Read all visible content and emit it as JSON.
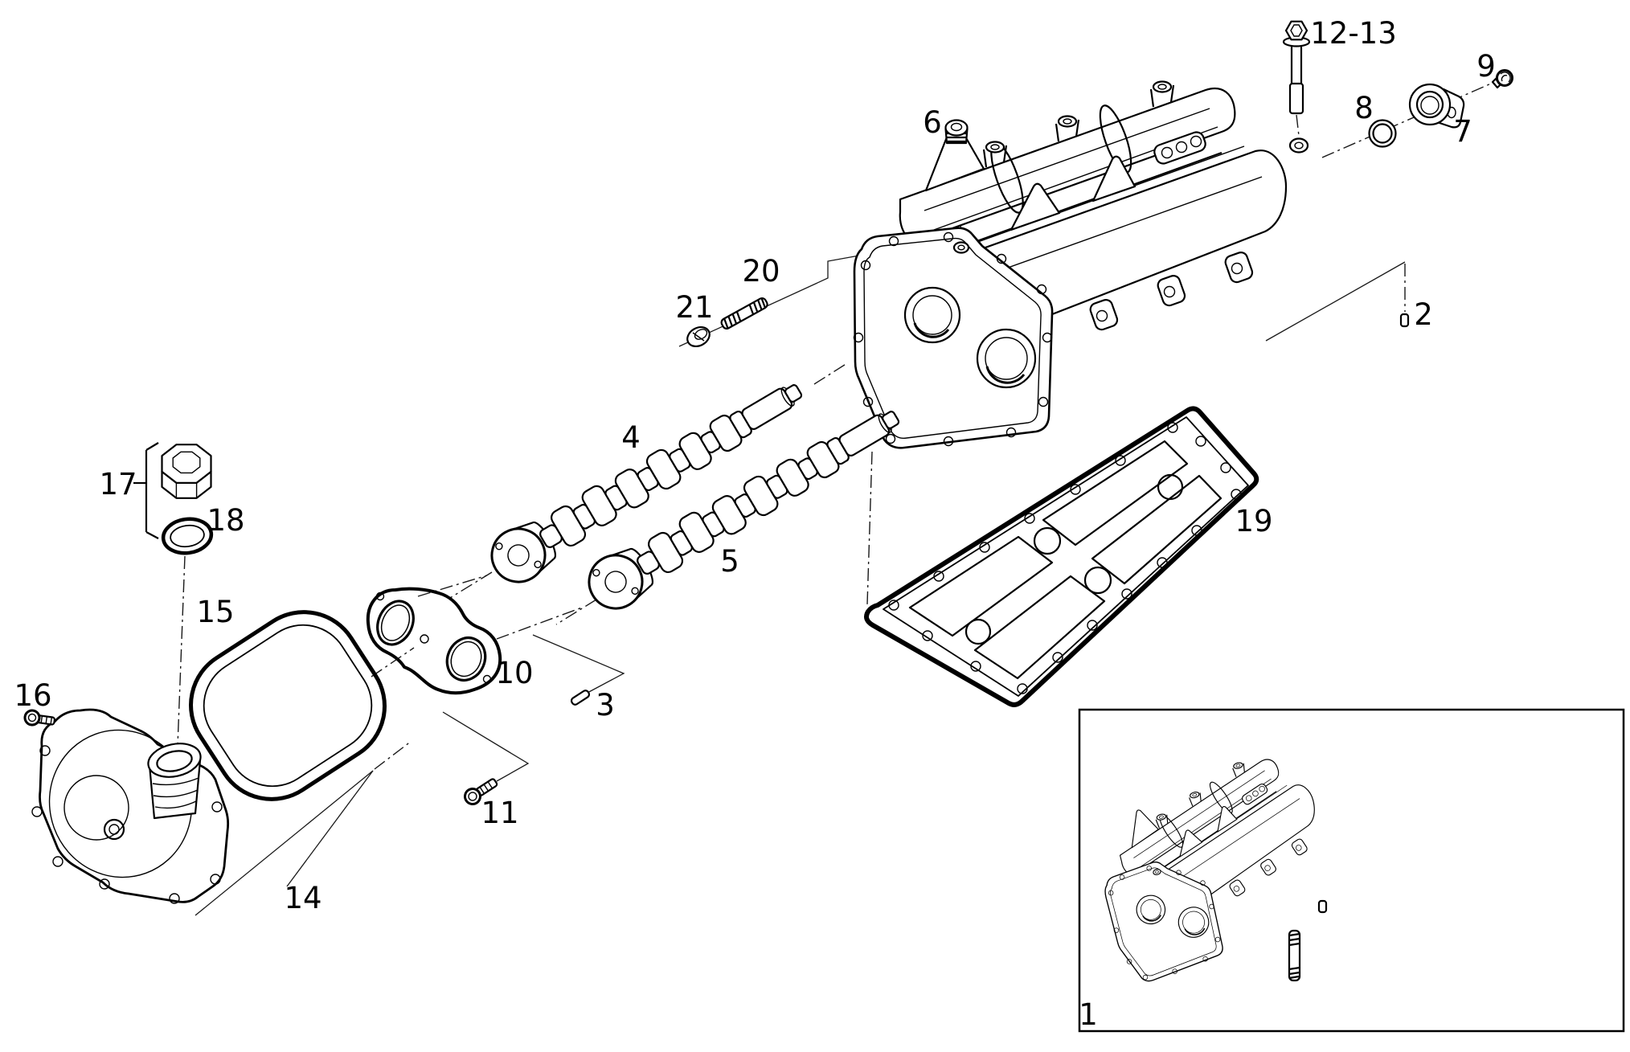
{
  "figure": {
    "type": "exploded-parts-diagram",
    "background_color": "#ffffff",
    "line_color": "#000000"
  },
  "labels": [
    {
      "text": "1"
    },
    {
      "text": "2"
    },
    {
      "text": "3"
    },
    {
      "text": "4"
    },
    {
      "text": "5"
    },
    {
      "text": "6"
    },
    {
      "text": "7"
    },
    {
      "text": "8"
    },
    {
      "text": "9"
    },
    {
      "text": "10"
    },
    {
      "text": "11"
    },
    {
      "text": "12-13"
    },
    {
      "text": "14"
    },
    {
      "text": "15"
    },
    {
      "text": "16"
    },
    {
      "text": "17"
    },
    {
      "text": "18"
    },
    {
      "text": "19"
    },
    {
      "text": "20"
    },
    {
      "text": "21"
    }
  ]
}
